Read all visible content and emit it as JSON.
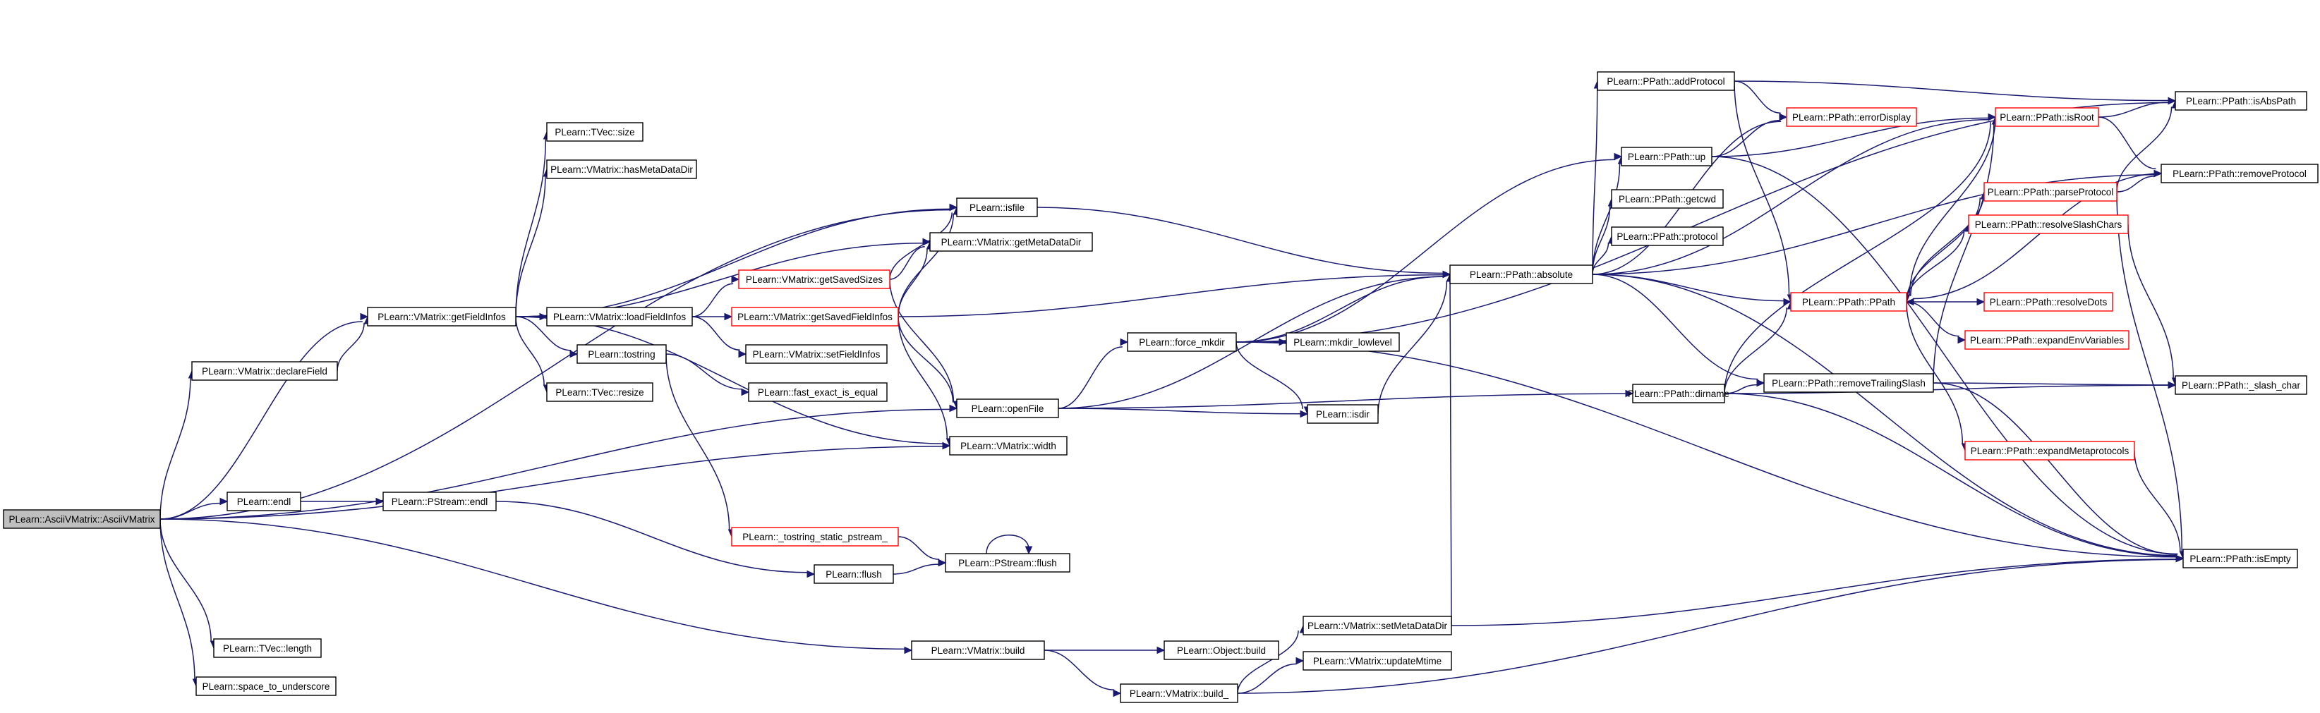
{
  "graph": {
    "colors": {
      "edge": "#191970",
      "node_border": "#000000",
      "truncated_border": "#ff0000",
      "root_fill": "#bfbfbf",
      "background": "#ffffff"
    },
    "nodes": [
      {
        "id": "root",
        "label": "PLearn::AsciiVMatrix::AsciiVMatrix",
        "style": "root"
      },
      {
        "id": "declareField",
        "label": "PLearn::VMatrix::declareField",
        "style": "normal"
      },
      {
        "id": "endl",
        "label": "PLearn::endl",
        "style": "normal"
      },
      {
        "id": "length",
        "label": "PLearn::TVec::length",
        "style": "normal"
      },
      {
        "id": "space_to_underscore",
        "label": "PLearn::space_to_underscore",
        "style": "normal"
      },
      {
        "id": "getFieldInfos",
        "label": "PLearn::VMatrix::getFieldInfos",
        "style": "normal"
      },
      {
        "id": "size",
        "label": "PLearn::TVec::size",
        "style": "normal"
      },
      {
        "id": "hasMetaDataDir",
        "label": "PLearn::VMatrix::hasMetaDataDir",
        "style": "normal"
      },
      {
        "id": "loadFieldInfos",
        "label": "PLearn::VMatrix::loadFieldInfos",
        "style": "normal"
      },
      {
        "id": "tostring",
        "label": "PLearn::tostring",
        "style": "normal"
      },
      {
        "id": "resize",
        "label": "PLearn::TVec::resize",
        "style": "normal"
      },
      {
        "id": "pstream_endl",
        "label": "PLearn::PStream::endl",
        "style": "normal"
      },
      {
        "id": "flush",
        "label": "PLearn::flush",
        "style": "normal"
      },
      {
        "id": "getSavedSizes",
        "label": "PLearn::VMatrix::getSavedSizes",
        "style": "truncated"
      },
      {
        "id": "getSavedFieldInfos",
        "label": "PLearn::VMatrix::getSavedFieldInfos",
        "style": "truncated"
      },
      {
        "id": "setFieldInfos",
        "label": "PLearn::VMatrix::setFieldInfos",
        "style": "normal"
      },
      {
        "id": "fast_exact_is_equal",
        "label": "PLearn::fast_exact_is_equal",
        "style": "normal"
      },
      {
        "id": "tostring_static",
        "label": "PLearn::_tostring_static_pstream_",
        "style": "truncated"
      },
      {
        "id": "isfile",
        "label": "PLearn::isfile",
        "style": "normal"
      },
      {
        "id": "getMetaDataDir",
        "label": "PLearn::VMatrix::getMetaDataDir",
        "style": "normal"
      },
      {
        "id": "openFile",
        "label": "PLearn::openFile",
        "style": "normal"
      },
      {
        "id": "width",
        "label": "PLearn::VMatrix::width",
        "style": "normal"
      },
      {
        "id": "pstream_flush",
        "label": "PLearn::PStream::flush",
        "style": "normal"
      },
      {
        "id": "vm_build",
        "label": "PLearn::VMatrix::build",
        "style": "normal"
      },
      {
        "id": "obj_build",
        "label": "PLearn::Object::build",
        "style": "normal"
      },
      {
        "id": "vm_build_",
        "label": "PLearn::VMatrix::build_",
        "style": "normal"
      },
      {
        "id": "force_mkdir",
        "label": "PLearn::force_mkdir",
        "style": "normal"
      },
      {
        "id": "mkdir_lowlevel",
        "label": "PLearn::mkdir_lowlevel",
        "style": "normal"
      },
      {
        "id": "isdir",
        "label": "PLearn::isdir",
        "style": "normal"
      },
      {
        "id": "setMetaDataDir",
        "label": "PLearn::VMatrix::setMetaDataDir",
        "style": "normal"
      },
      {
        "id": "updateMtime",
        "label": "PLearn::VMatrix::updateMtime",
        "style": "normal"
      },
      {
        "id": "addProtocol",
        "label": "PLearn::PPath::addProtocol",
        "style": "normal"
      },
      {
        "id": "up",
        "label": "PLearn::PPath::up",
        "style": "normal"
      },
      {
        "id": "getcwd",
        "label": "PLearn::PPath::getcwd",
        "style": "normal"
      },
      {
        "id": "protocol",
        "label": "PLearn::PPath::protocol",
        "style": "normal"
      },
      {
        "id": "absolute",
        "label": "PLearn::PPath::absolute",
        "style": "normal"
      },
      {
        "id": "dirname",
        "label": "PLearn::PPath::dirname",
        "style": "normal"
      },
      {
        "id": "errorDisplay",
        "label": "PLearn::PPath::errorDisplay",
        "style": "truncated"
      },
      {
        "id": "ppath",
        "label": "PLearn::PPath::PPath",
        "style": "truncated"
      },
      {
        "id": "removeTrailingSlash",
        "label": "PLearn::PPath::removeTrailingSlash",
        "style": "normal"
      },
      {
        "id": "isRoot",
        "label": "PLearn::PPath::isRoot",
        "style": "truncated"
      },
      {
        "id": "parseProtocol",
        "label": "PLearn::PPath::parseProtocol",
        "style": "truncated"
      },
      {
        "id": "resolveSlashChars",
        "label": "PLearn::PPath::resolveSlashChars",
        "style": "truncated"
      },
      {
        "id": "resolveDots",
        "label": "PLearn::PPath::resolveDots",
        "style": "truncated"
      },
      {
        "id": "expandEnvVariables",
        "label": "PLearn::PPath::expandEnvVariables",
        "style": "truncated"
      },
      {
        "id": "expandMetaprotocols",
        "label": "PLearn::PPath::expandMetaprotocols",
        "style": "truncated"
      },
      {
        "id": "isAbsPath",
        "label": "PLearn::PPath::isAbsPath",
        "style": "normal"
      },
      {
        "id": "removeProtocol",
        "label": "PLearn::PPath::removeProtocol",
        "style": "normal"
      },
      {
        "id": "slash_char",
        "label": "PLearn::PPath::_slash_char",
        "style": "normal"
      },
      {
        "id": "isEmpty",
        "label": "PLearn::PPath::isEmpty",
        "style": "normal"
      }
    ],
    "edges": [
      [
        "root",
        "declareField"
      ],
      [
        "root",
        "getFieldInfos"
      ],
      [
        "root",
        "isfile"
      ],
      [
        "root",
        "openFile"
      ],
      [
        "root",
        "width"
      ],
      [
        "root",
        "endl"
      ],
      [
        "root",
        "vm_build"
      ],
      [
        "root",
        "length"
      ],
      [
        "root",
        "space_to_underscore"
      ],
      [
        "declareField",
        "getFieldInfos"
      ],
      [
        "getFieldInfos",
        "size"
      ],
      [
        "getFieldInfos",
        "hasMetaDataDir"
      ],
      [
        "getFieldInfos",
        "isfile"
      ],
      [
        "getFieldInfos",
        "getMetaDataDir"
      ],
      [
        "getFieldInfos",
        "loadFieldInfos"
      ],
      [
        "getFieldInfos",
        "tostring"
      ],
      [
        "getFieldInfos",
        "resize"
      ],
      [
        "getFieldInfos",
        "width"
      ],
      [
        "loadFieldInfos",
        "getSavedSizes"
      ],
      [
        "loadFieldInfos",
        "getSavedFieldInfos"
      ],
      [
        "loadFieldInfos",
        "setFieldInfos"
      ],
      [
        "tostring",
        "fast_exact_is_equal"
      ],
      [
        "tostring",
        "tostring_static"
      ],
      [
        "getSavedSizes",
        "isfile"
      ],
      [
        "getSavedSizes",
        "getMetaDataDir"
      ],
      [
        "getSavedSizes",
        "openFile"
      ],
      [
        "getSavedFieldInfos",
        "isfile"
      ],
      [
        "getSavedFieldInfos",
        "getMetaDataDir"
      ],
      [
        "getSavedFieldInfos",
        "openFile"
      ],
      [
        "getSavedFieldInfos",
        "width"
      ],
      [
        "getSavedFieldInfos",
        "absolute"
      ],
      [
        "endl",
        "pstream_endl"
      ],
      [
        "pstream_endl",
        "flush"
      ],
      [
        "flush",
        "pstream_flush"
      ],
      [
        "tostring_static",
        "pstream_flush"
      ],
      [
        "pstream_flush",
        "pstream_flush"
      ],
      [
        "isfile",
        "absolute"
      ],
      [
        "openFile",
        "force_mkdir"
      ],
      [
        "openFile",
        "isdir"
      ],
      [
        "openFile",
        "absolute"
      ],
      [
        "openFile",
        "dirname"
      ],
      [
        "force_mkdir",
        "mkdir_lowlevel"
      ],
      [
        "force_mkdir",
        "isdir"
      ],
      [
        "force_mkdir",
        "absolute"
      ],
      [
        "force_mkdir",
        "up"
      ],
      [
        "force_mkdir",
        "isAbsPath"
      ],
      [
        "force_mkdir",
        "isEmpty"
      ],
      [
        "isdir",
        "absolute"
      ],
      [
        "vm_build",
        "obj_build"
      ],
      [
        "vm_build",
        "vm_build_"
      ],
      [
        "vm_build_",
        "setMetaDataDir"
      ],
      [
        "vm_build_",
        "updateMtime"
      ],
      [
        "vm_build_",
        "isEmpty"
      ],
      [
        "setMetaDataDir",
        "absolute"
      ],
      [
        "setMetaDataDir",
        "isEmpty"
      ],
      [
        "absolute",
        "addProtocol"
      ],
      [
        "absolute",
        "errorDisplay"
      ],
      [
        "absolute",
        "up"
      ],
      [
        "absolute",
        "getcwd"
      ],
      [
        "absolute",
        "protocol"
      ],
      [
        "absolute",
        "ppath"
      ],
      [
        "absolute",
        "removeTrailingSlash"
      ],
      [
        "absolute",
        "removeProtocol"
      ],
      [
        "absolute",
        "isEmpty"
      ],
      [
        "absolute",
        "isRoot"
      ],
      [
        "addProtocol",
        "isAbsPath"
      ],
      [
        "addProtocol",
        "errorDisplay"
      ],
      [
        "addProtocol",
        "ppath"
      ],
      [
        "up",
        "errorDisplay"
      ],
      [
        "up",
        "isRoot"
      ],
      [
        "up",
        "isEmpty"
      ],
      [
        "dirname",
        "ppath"
      ],
      [
        "dirname",
        "removeTrailingSlash"
      ],
      [
        "dirname",
        "isRoot"
      ],
      [
        "dirname",
        "slash_char"
      ],
      [
        "dirname",
        "isEmpty"
      ],
      [
        "removeTrailingSlash",
        "isRoot"
      ],
      [
        "removeTrailingSlash",
        "slash_char"
      ],
      [
        "removeTrailingSlash",
        "isEmpty"
      ],
      [
        "isRoot",
        "isAbsPath"
      ],
      [
        "isRoot",
        "removeProtocol"
      ],
      [
        "isRoot",
        "ppath"
      ],
      [
        "ppath",
        "parseProtocol"
      ],
      [
        "ppath",
        "resolveSlashChars"
      ],
      [
        "ppath",
        "resolveDots"
      ],
      [
        "ppath",
        "expandEnvVariables"
      ],
      [
        "ppath",
        "expandMetaprotocols"
      ],
      [
        "parseProtocol",
        "removeProtocol"
      ],
      [
        "parseProtocol",
        "isAbsPath"
      ],
      [
        "parseProtocol",
        "isEmpty"
      ],
      [
        "parseProtocol",
        "ppath"
      ],
      [
        "removeProtocol",
        "ppath"
      ],
      [
        "resolveSlashChars",
        "slash_char"
      ],
      [
        "expandMetaprotocols",
        "isEmpty"
      ]
    ]
  }
}
